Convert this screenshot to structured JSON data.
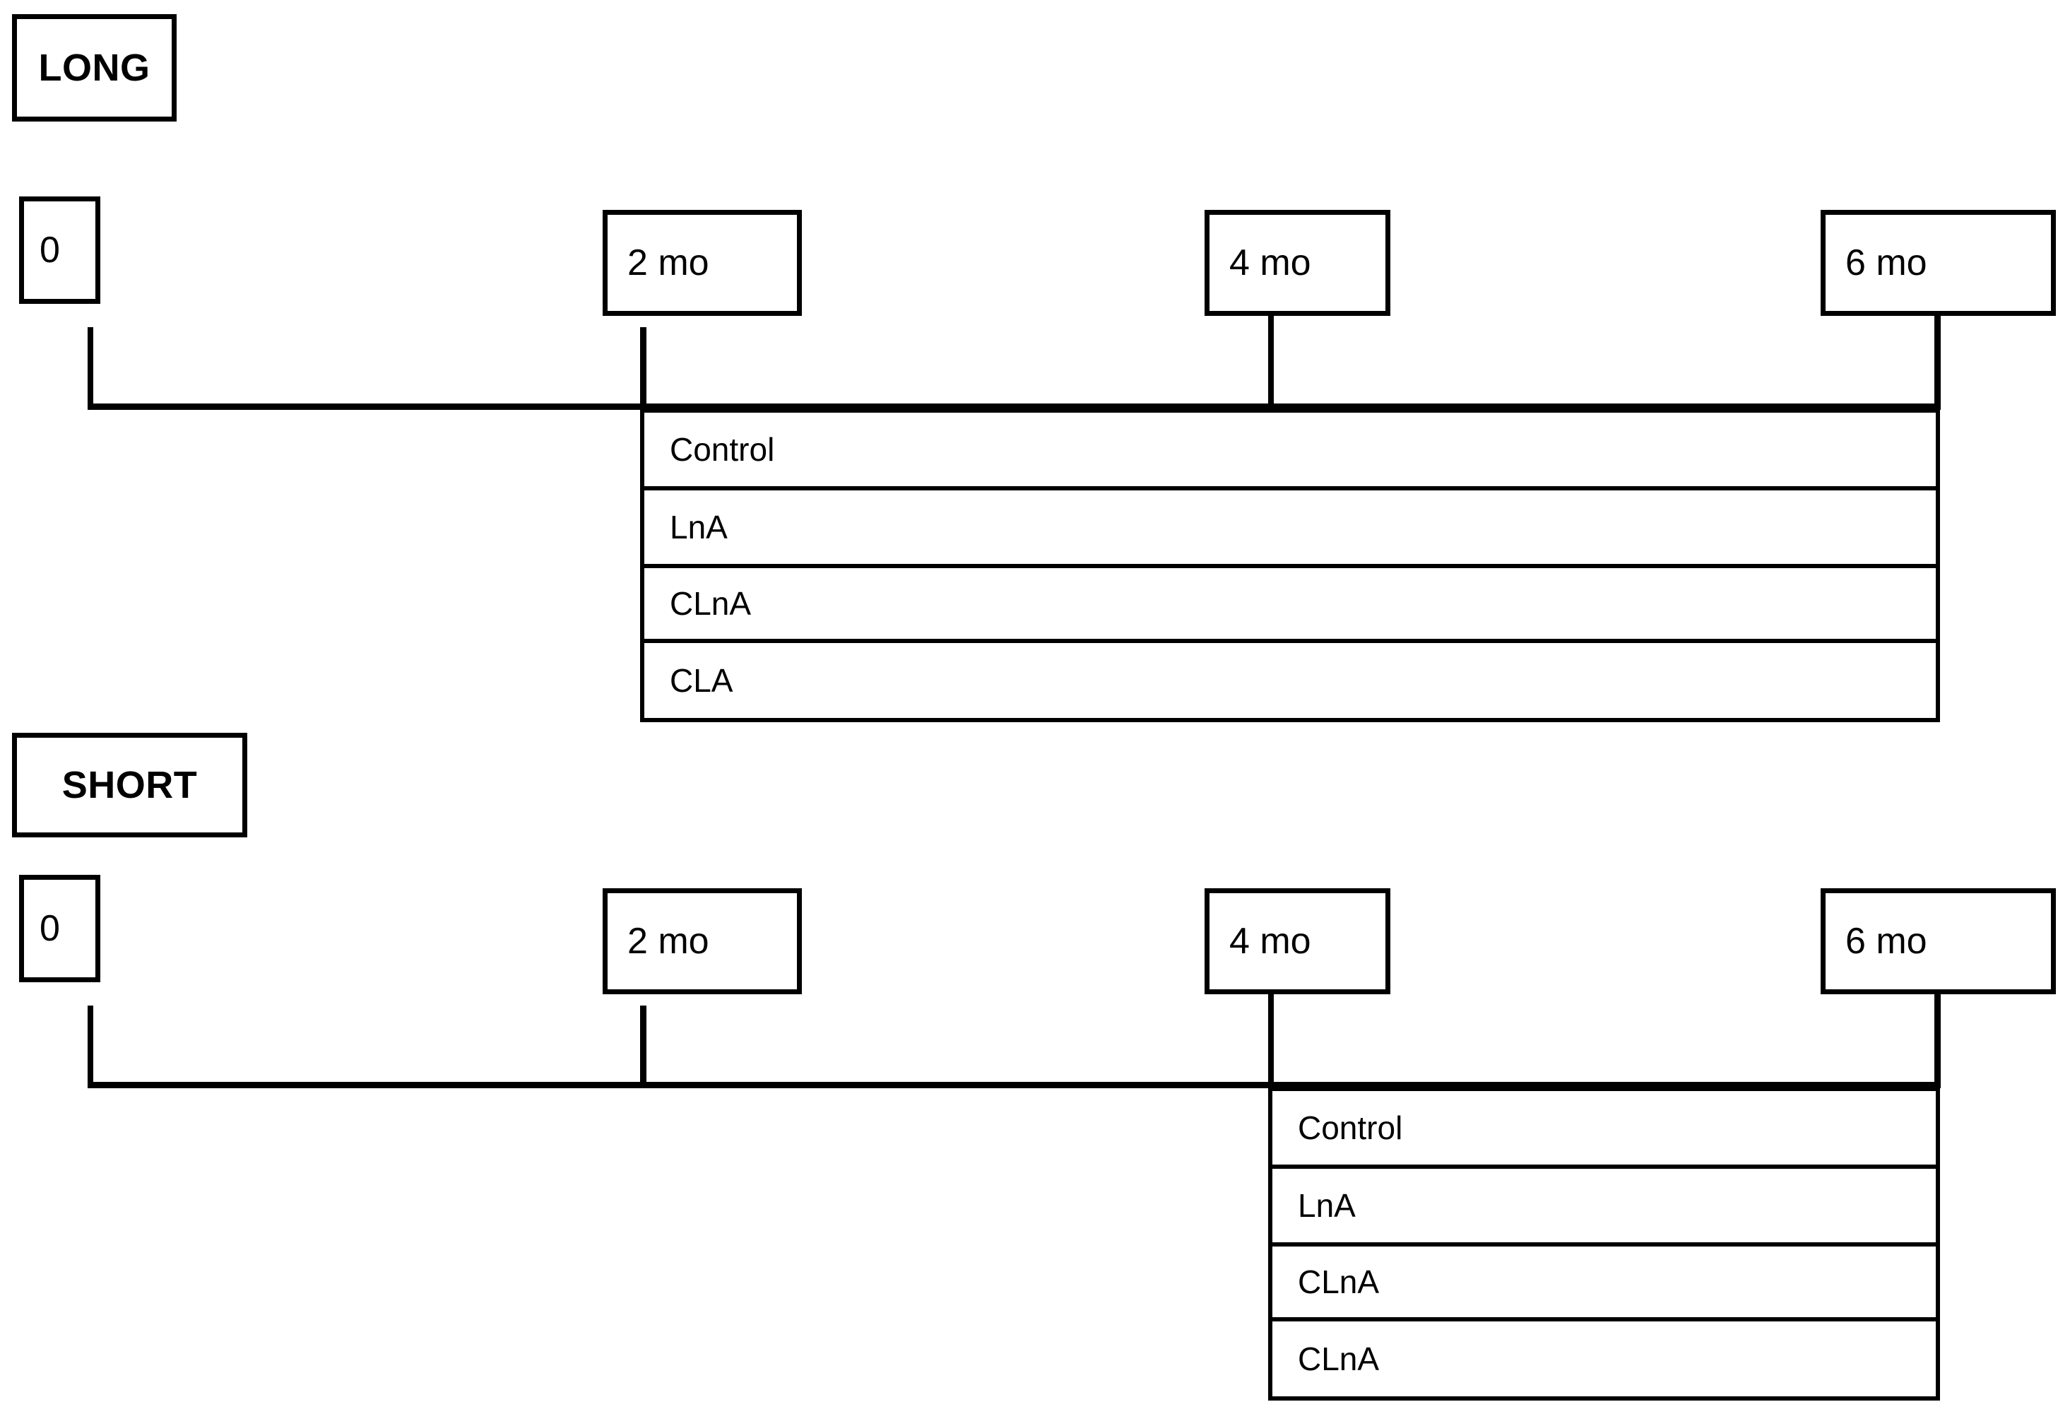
{
  "diagram": {
    "title_hidden": "",
    "line_color": "#000000",
    "background_color": "#ffffff",
    "sections": [
      {
        "id": "long",
        "label": "LONG",
        "timepoints": [
          {
            "label": "0"
          },
          {
            "label": "2 mo"
          },
          {
            "label": "4 mo"
          },
          {
            "label": "6 mo"
          }
        ],
        "treatment_start": "2 mo",
        "treatment_end": "6 mo",
        "groups": [
          {
            "label": "Control"
          },
          {
            "label": "LnA"
          },
          {
            "label": "CLnA"
          },
          {
            "label": "CLA"
          }
        ]
      },
      {
        "id": "short",
        "label": "SHORT",
        "timepoints": [
          {
            "label": "0"
          },
          {
            "label": "2 mo"
          },
          {
            "label": "4 mo"
          },
          {
            "label": "6 mo"
          }
        ],
        "treatment_start": "4 mo",
        "treatment_end": "6 mo",
        "groups": [
          {
            "label": "Control"
          },
          {
            "label": "LnA"
          },
          {
            "label": "CLnA"
          },
          {
            "label": "CLnA"
          }
        ]
      }
    ]
  }
}
